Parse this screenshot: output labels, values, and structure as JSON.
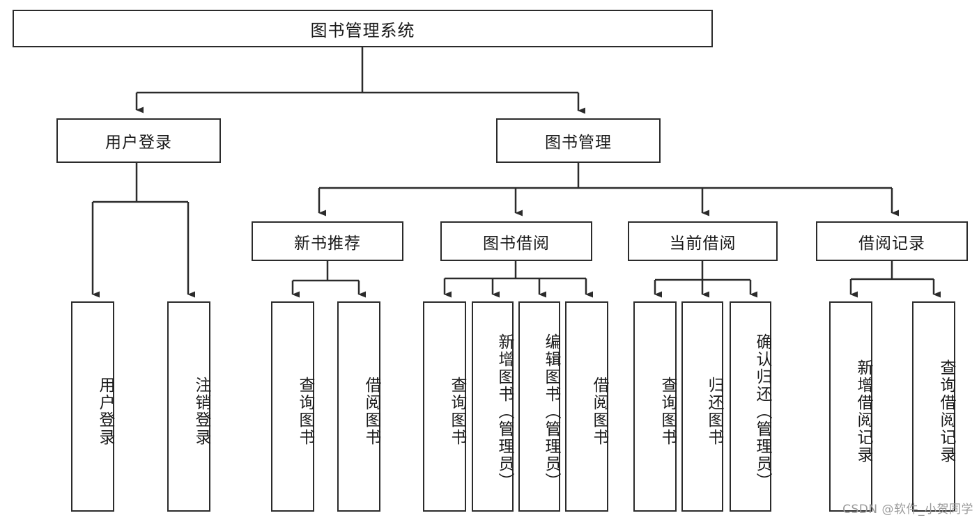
{
  "diagram": {
    "title": "图书管理系统",
    "watermark": "CSDN @软件_小贺同学",
    "root": {
      "label": "图书管理系统"
    },
    "level2": [
      {
        "label": "用户登录"
      },
      {
        "label": "图书管理"
      }
    ],
    "level3": [
      {
        "label": "新书推荐"
      },
      {
        "label": "图书借阅"
      },
      {
        "label": "当前借阅"
      },
      {
        "label": "借阅记录"
      }
    ],
    "leaves": {
      "user_login": [
        {
          "label": "用户登录"
        },
        {
          "label": "注销登录"
        }
      ],
      "new_book_recommend": [
        {
          "label": "查询图书"
        },
        {
          "label": "借阅图书"
        }
      ],
      "book_borrow": [
        {
          "label": "查询图书"
        },
        {
          "label": "新增图书（管理员）"
        },
        {
          "label": "编辑图书（管理员）"
        },
        {
          "label": "借阅图书"
        }
      ],
      "current_borrow": [
        {
          "label": "查询图书"
        },
        {
          "label": "归还图书"
        },
        {
          "label": "确认归还（管理员）"
        }
      ],
      "borrow_record": [
        {
          "label": "新增借阅记录"
        },
        {
          "label": "查询借阅记录"
        }
      ]
    },
    "colors": {
      "stroke": "#2b2b2b",
      "background": "#ffffff",
      "text": "#1a1a1a",
      "watermark": "#9a9a9a"
    }
  }
}
